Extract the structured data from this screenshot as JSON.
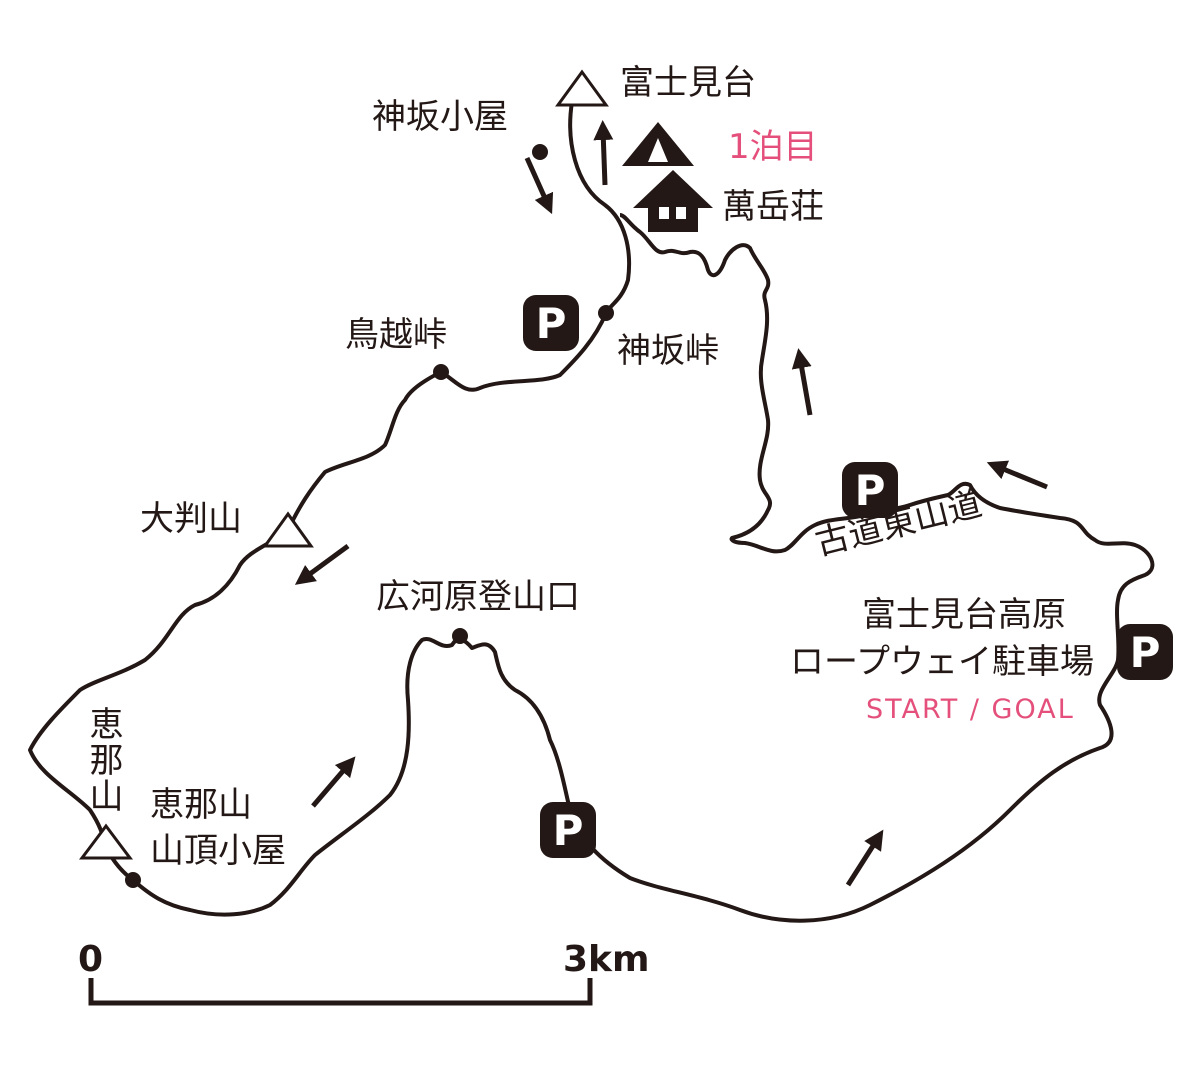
{
  "map": {
    "accent_color": "#e4507b",
    "line_color": "#231815",
    "places": {
      "fujimidai": "富士見台",
      "misaka_hut": "神坂小屋",
      "night1": "1泊目",
      "bangakuso": "萬岳荘",
      "torigoe_pass": "鳥越峠",
      "misaka_pass": "神坂峠",
      "ohanjiyama": "大判山",
      "hirogawara_trailhead": "広河原登山口",
      "kodo_tosando": "古道東山道",
      "ropeway_parking_line1": "富士見台高原",
      "ropeway_parking_line2": "ロープウェイ駐車場",
      "start_goal": "START / GOAL",
      "enasan": "恵那山",
      "enasan_hut_line1": "恵那山",
      "enasan_hut_line2": "山頂小屋"
    },
    "parking_label": "P",
    "icons": [
      "summit-triangle-icon",
      "tent-icon",
      "hut-icon",
      "parking-icon",
      "direction-arrow-icon",
      "waypoint-dot-icon"
    ],
    "scale": {
      "start": "0",
      "end": "3km"
    }
  }
}
